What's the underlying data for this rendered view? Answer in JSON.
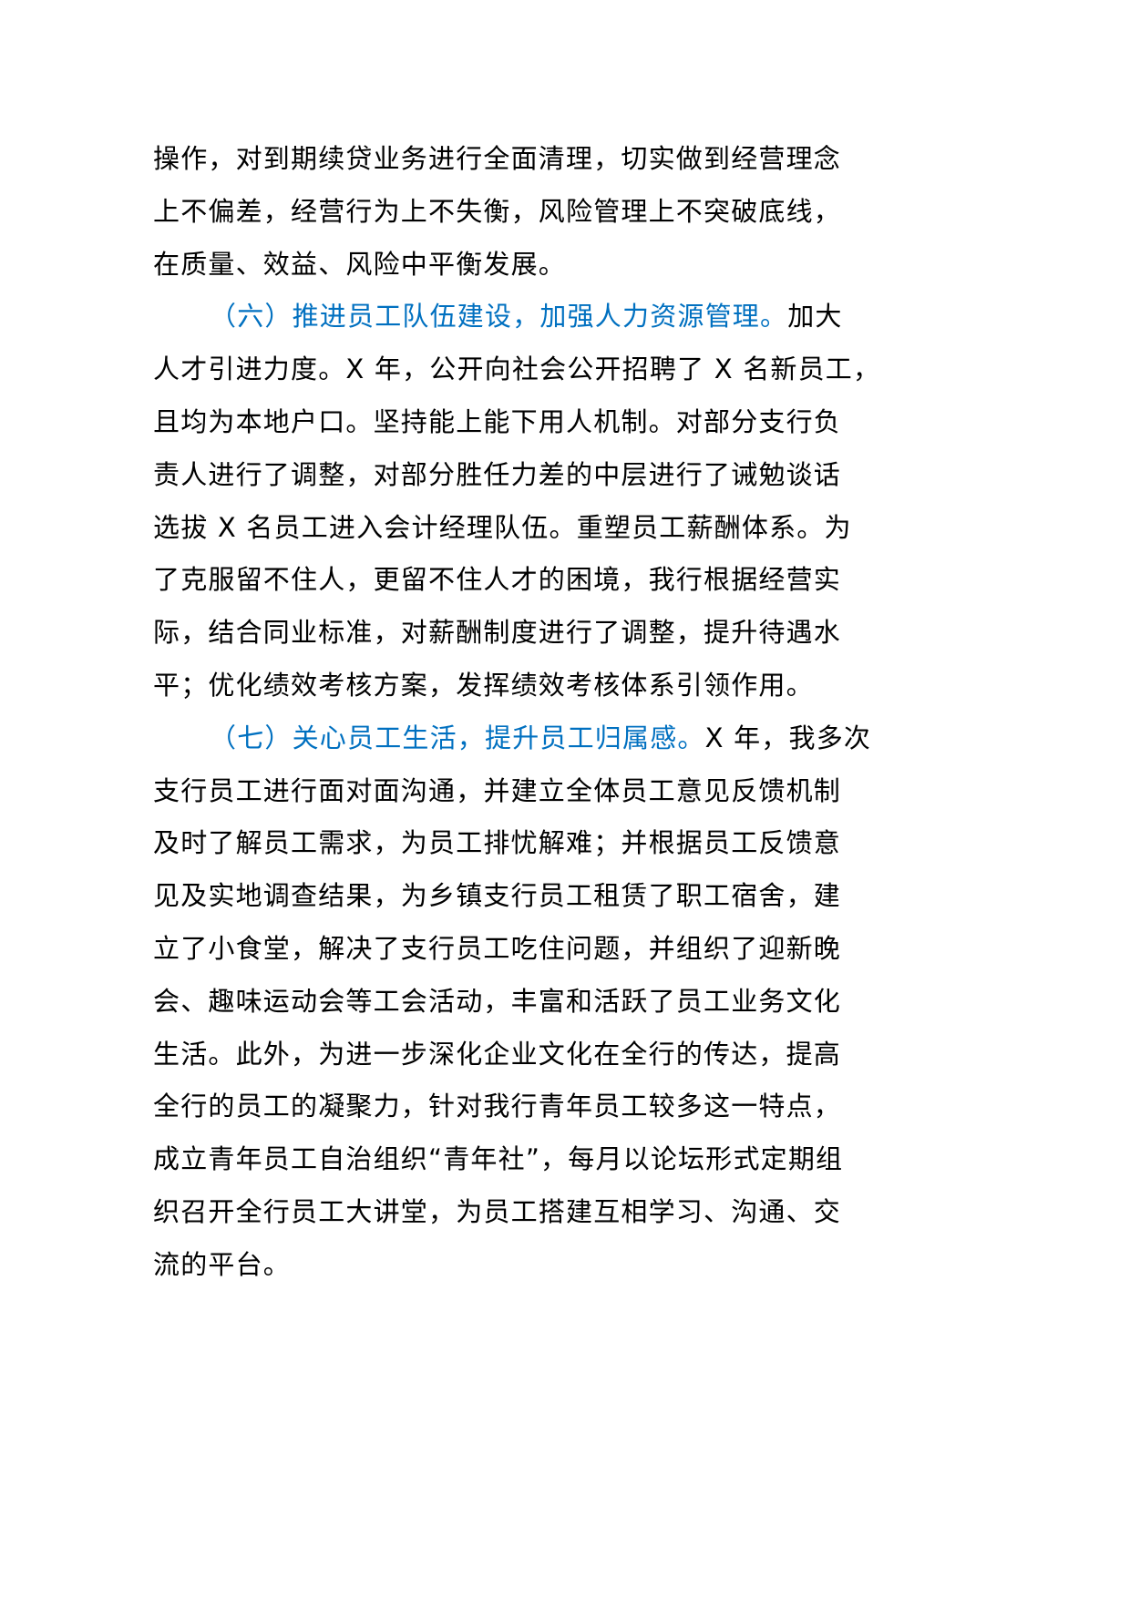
{
  "document": {
    "accent_color": "#0070C0",
    "paragraphs": [
      {
        "id": "p1-continuation",
        "lines": [
          {
            "text": "操作，对到期续贷业务进行全面清理，切实做到经营理念"
          },
          {
            "text": "上不偏差，经营行为上不失衡，风险管理上不突破底线，"
          },
          {
            "text": "在质量、效益、风险中平衡发展。"
          }
        ]
      },
      {
        "id": "section-6",
        "heading": "（六）推进员工队伍建设，加强人力资源管理。",
        "first_line_rest": "加大",
        "lines": [
          {
            "text": "人才引进力度。X 年，公开向社会公开招聘了 X 名新员工，"
          },
          {
            "text": "且均为本地户口。坚持能上能下用人机制。对部分支行负"
          },
          {
            "text": "责人进行了调整，对部分胜任力差的中层进行了诫勉谈话"
          },
          {
            "text": "选拔 X 名员工进入会计经理队伍。重塑员工薪酬体系。为"
          },
          {
            "text": "了克服留不住人，更留不住人才的困境，我行根据经营实"
          },
          {
            "text": "际，结合同业标准，对薪酬制度进行了调整，提升待遇水"
          },
          {
            "text": "平；优化绩效考核方案，发挥绩效考核体系引领作用。"
          }
        ]
      },
      {
        "id": "section-7",
        "heading": "（七）关心员工生活，提升员工归属感。",
        "first_line_rest": "X 年，我多次",
        "lines": [
          {
            "text": "支行员工进行面对面沟通，并建立全体员工意见反馈机制"
          },
          {
            "text": "及时了解员工需求，为员工排忧解难；并根据员工反馈意"
          },
          {
            "text": "见及实地调查结果，为乡镇支行员工租赁了职工宿舍，建"
          },
          {
            "text": "立了小食堂，解决了支行员工吃住问题，并组织了迎新晚"
          },
          {
            "text": "会、趣味运动会等工会活动，丰富和活跃了员工业务文化"
          },
          {
            "text": "生活。此外，为进一步深化企业文化在全行的传达，提高"
          },
          {
            "text": "全行的员工的凝聚力，针对我行青年员工较多这一特点，"
          },
          {
            "text": "成立青年员工自治组织“青年社”，每月以论坛形式定期组"
          },
          {
            "text": "织召开全行员工大讲堂，为员工搭建互相学习、沟通、交"
          },
          {
            "text": "流的平台。"
          }
        ]
      }
    ]
  }
}
